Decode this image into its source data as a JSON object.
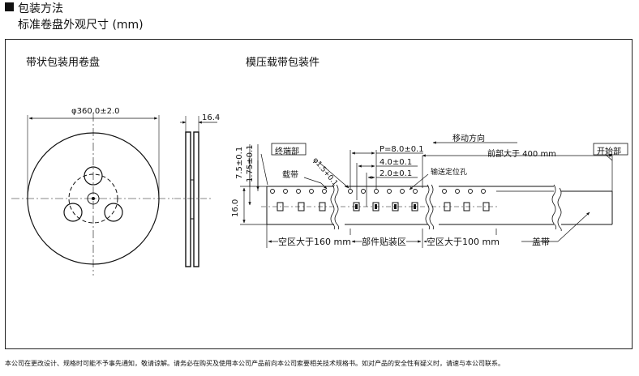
{
  "header": {
    "title": "包装方法",
    "subtitle": "标准卷盘外观尺寸 (mm)"
  },
  "reel_section": {
    "title": "带状包装用卷盘",
    "diameter_label": "φ360.0±2.0",
    "width_label": "16.4"
  },
  "tape_section": {
    "title": "模压载带包装件",
    "end_label": "终端部",
    "start_label": "开始部",
    "direction_label": "移动方向",
    "front_label": "前部大于 400 mm",
    "pitch_label": "P=8.0±0.1",
    "dim_4": "4.0±0.1",
    "dim_2": "2.0±0.1",
    "hole_label": "φ1.5+0.1",
    "carrier_tape_label": "载带",
    "sprocket_label": "输送定位孔",
    "dim_7_5": "7.5±0.1",
    "dim_1_75": "1.75±0.1",
    "dim_16": "16.0",
    "empty_160": "空区大于160 mm",
    "mount_zone": "部件贴装区",
    "empty_100": "空区大于100 mm",
    "cover_tape_label": "盖带"
  },
  "footer": {
    "notice": "本公司在更改设计、规格时可能不予事先通知，敬请谅解。请务必在购买及使用本公司产品前向本公司索要相关技术规格书。如对产品的安全性有疑义时，请速与本公司联系。"
  }
}
